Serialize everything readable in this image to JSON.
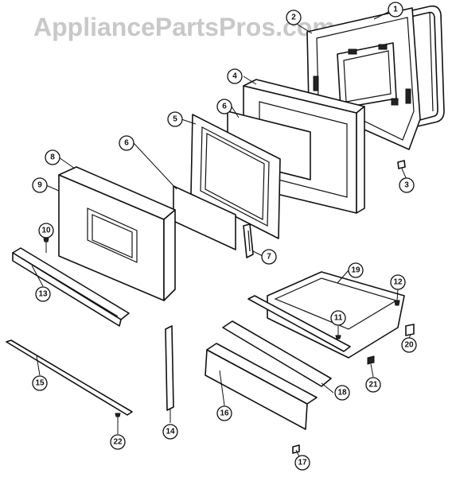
{
  "watermark": "AppliancePartsPros.com",
  "callouts": [
    {
      "id": "c1",
      "label": "1"
    },
    {
      "id": "c2",
      "label": "2"
    },
    {
      "id": "c3",
      "label": "3"
    },
    {
      "id": "c4",
      "label": "4"
    },
    {
      "id": "c5",
      "label": "5"
    },
    {
      "id": "c6a",
      "label": "6"
    },
    {
      "id": "c6b",
      "label": "6"
    },
    {
      "id": "c7",
      "label": "7"
    },
    {
      "id": "c8",
      "label": "8"
    },
    {
      "id": "c9",
      "label": "9"
    },
    {
      "id": "c10",
      "label": "10"
    },
    {
      "id": "c11",
      "label": "11"
    },
    {
      "id": "c12",
      "label": "12"
    },
    {
      "id": "c13",
      "label": "13"
    },
    {
      "id": "c14",
      "label": "14"
    },
    {
      "id": "c15",
      "label": "15"
    },
    {
      "id": "c16",
      "label": "16"
    },
    {
      "id": "c17",
      "label": "17"
    },
    {
      "id": "c18",
      "label": "18"
    },
    {
      "id": "c19",
      "label": "19"
    },
    {
      "id": "c20",
      "label": "20"
    },
    {
      "id": "c21",
      "label": "21"
    },
    {
      "id": "c22",
      "label": "22"
    }
  ]
}
